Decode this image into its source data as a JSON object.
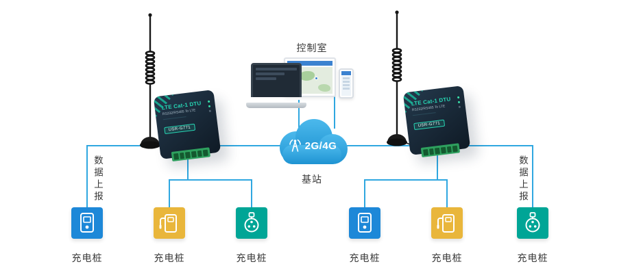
{
  "colors": {
    "line": "#2fa7e0",
    "cloud_top": "#4cb9ec",
    "cloud_bottom": "#1e93d2",
    "pile_blue": "#1d88d8",
    "pile_yellow": "#e9b63b",
    "pile_teal": "#00a596",
    "device_accent": "#27d6b4",
    "label_text": "#3a3a3a"
  },
  "control_room": {
    "label": "控制室"
  },
  "cloud": {
    "network": "2G/4G",
    "label": "基站"
  },
  "data_report": {
    "left": "数据上报",
    "right": "数据上报"
  },
  "dtu_left": {
    "title": "LTE Cat-1 DTU",
    "subtitle": "RS232/RS485 To LTE",
    "model": "USR-G771"
  },
  "dtu_right": {
    "title": "LTE Cat-1 DTU",
    "subtitle": "RS232/RS485 To LTE",
    "model": "USR-G771"
  },
  "charging_piles": [
    {
      "label": "充电桩",
      "icon": "charging-meter-icon",
      "color": "#1d88d8"
    },
    {
      "label": "充电桩",
      "icon": "charging-gun-icon",
      "color": "#e9b63b"
    },
    {
      "label": "充电桩",
      "icon": "charging-plug-icon",
      "color": "#00a596"
    },
    {
      "label": "充电桩",
      "icon": "charging-meter-icon",
      "color": "#1d88d8"
    },
    {
      "label": "充电桩",
      "icon": "charging-gun-icon",
      "color": "#e9b63b"
    },
    {
      "label": "充电桩",
      "icon": "charging-plug-icon",
      "color": "#00a596"
    }
  ]
}
